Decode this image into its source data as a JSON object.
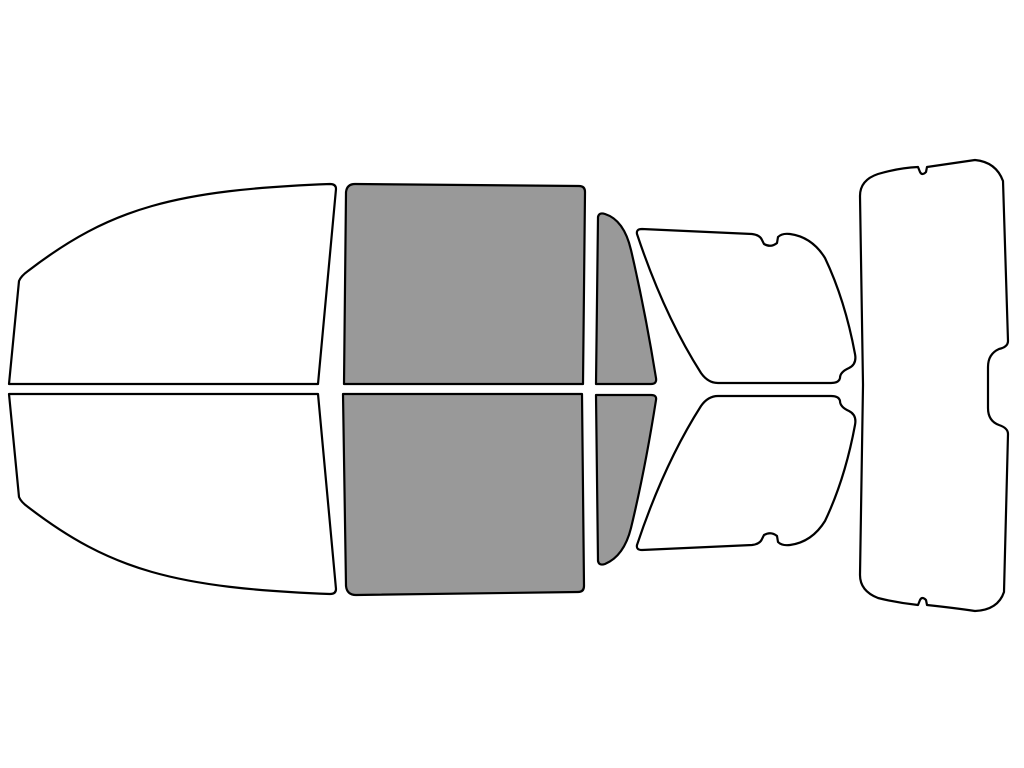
{
  "colors": {
    "background": "#ffffff",
    "outline": "#000000",
    "unshaded_fill": "#ffffff",
    "shaded_fill": "#999999"
  },
  "panels": [
    {
      "id": "front-driver-window",
      "shaded": false
    },
    {
      "id": "front-passenger-window",
      "shaded": false
    },
    {
      "id": "rear-driver-door-window",
      "shaded": true
    },
    {
      "id": "rear-passenger-door-window",
      "shaded": true
    },
    {
      "id": "rear-driver-quarter-window",
      "shaded": true
    },
    {
      "id": "rear-passenger-quarter-window",
      "shaded": true
    },
    {
      "id": "rear-upper-side-window",
      "shaded": false
    },
    {
      "id": "rear-lower-side-window",
      "shaded": false
    },
    {
      "id": "rear-windshield",
      "shaded": false
    }
  ]
}
